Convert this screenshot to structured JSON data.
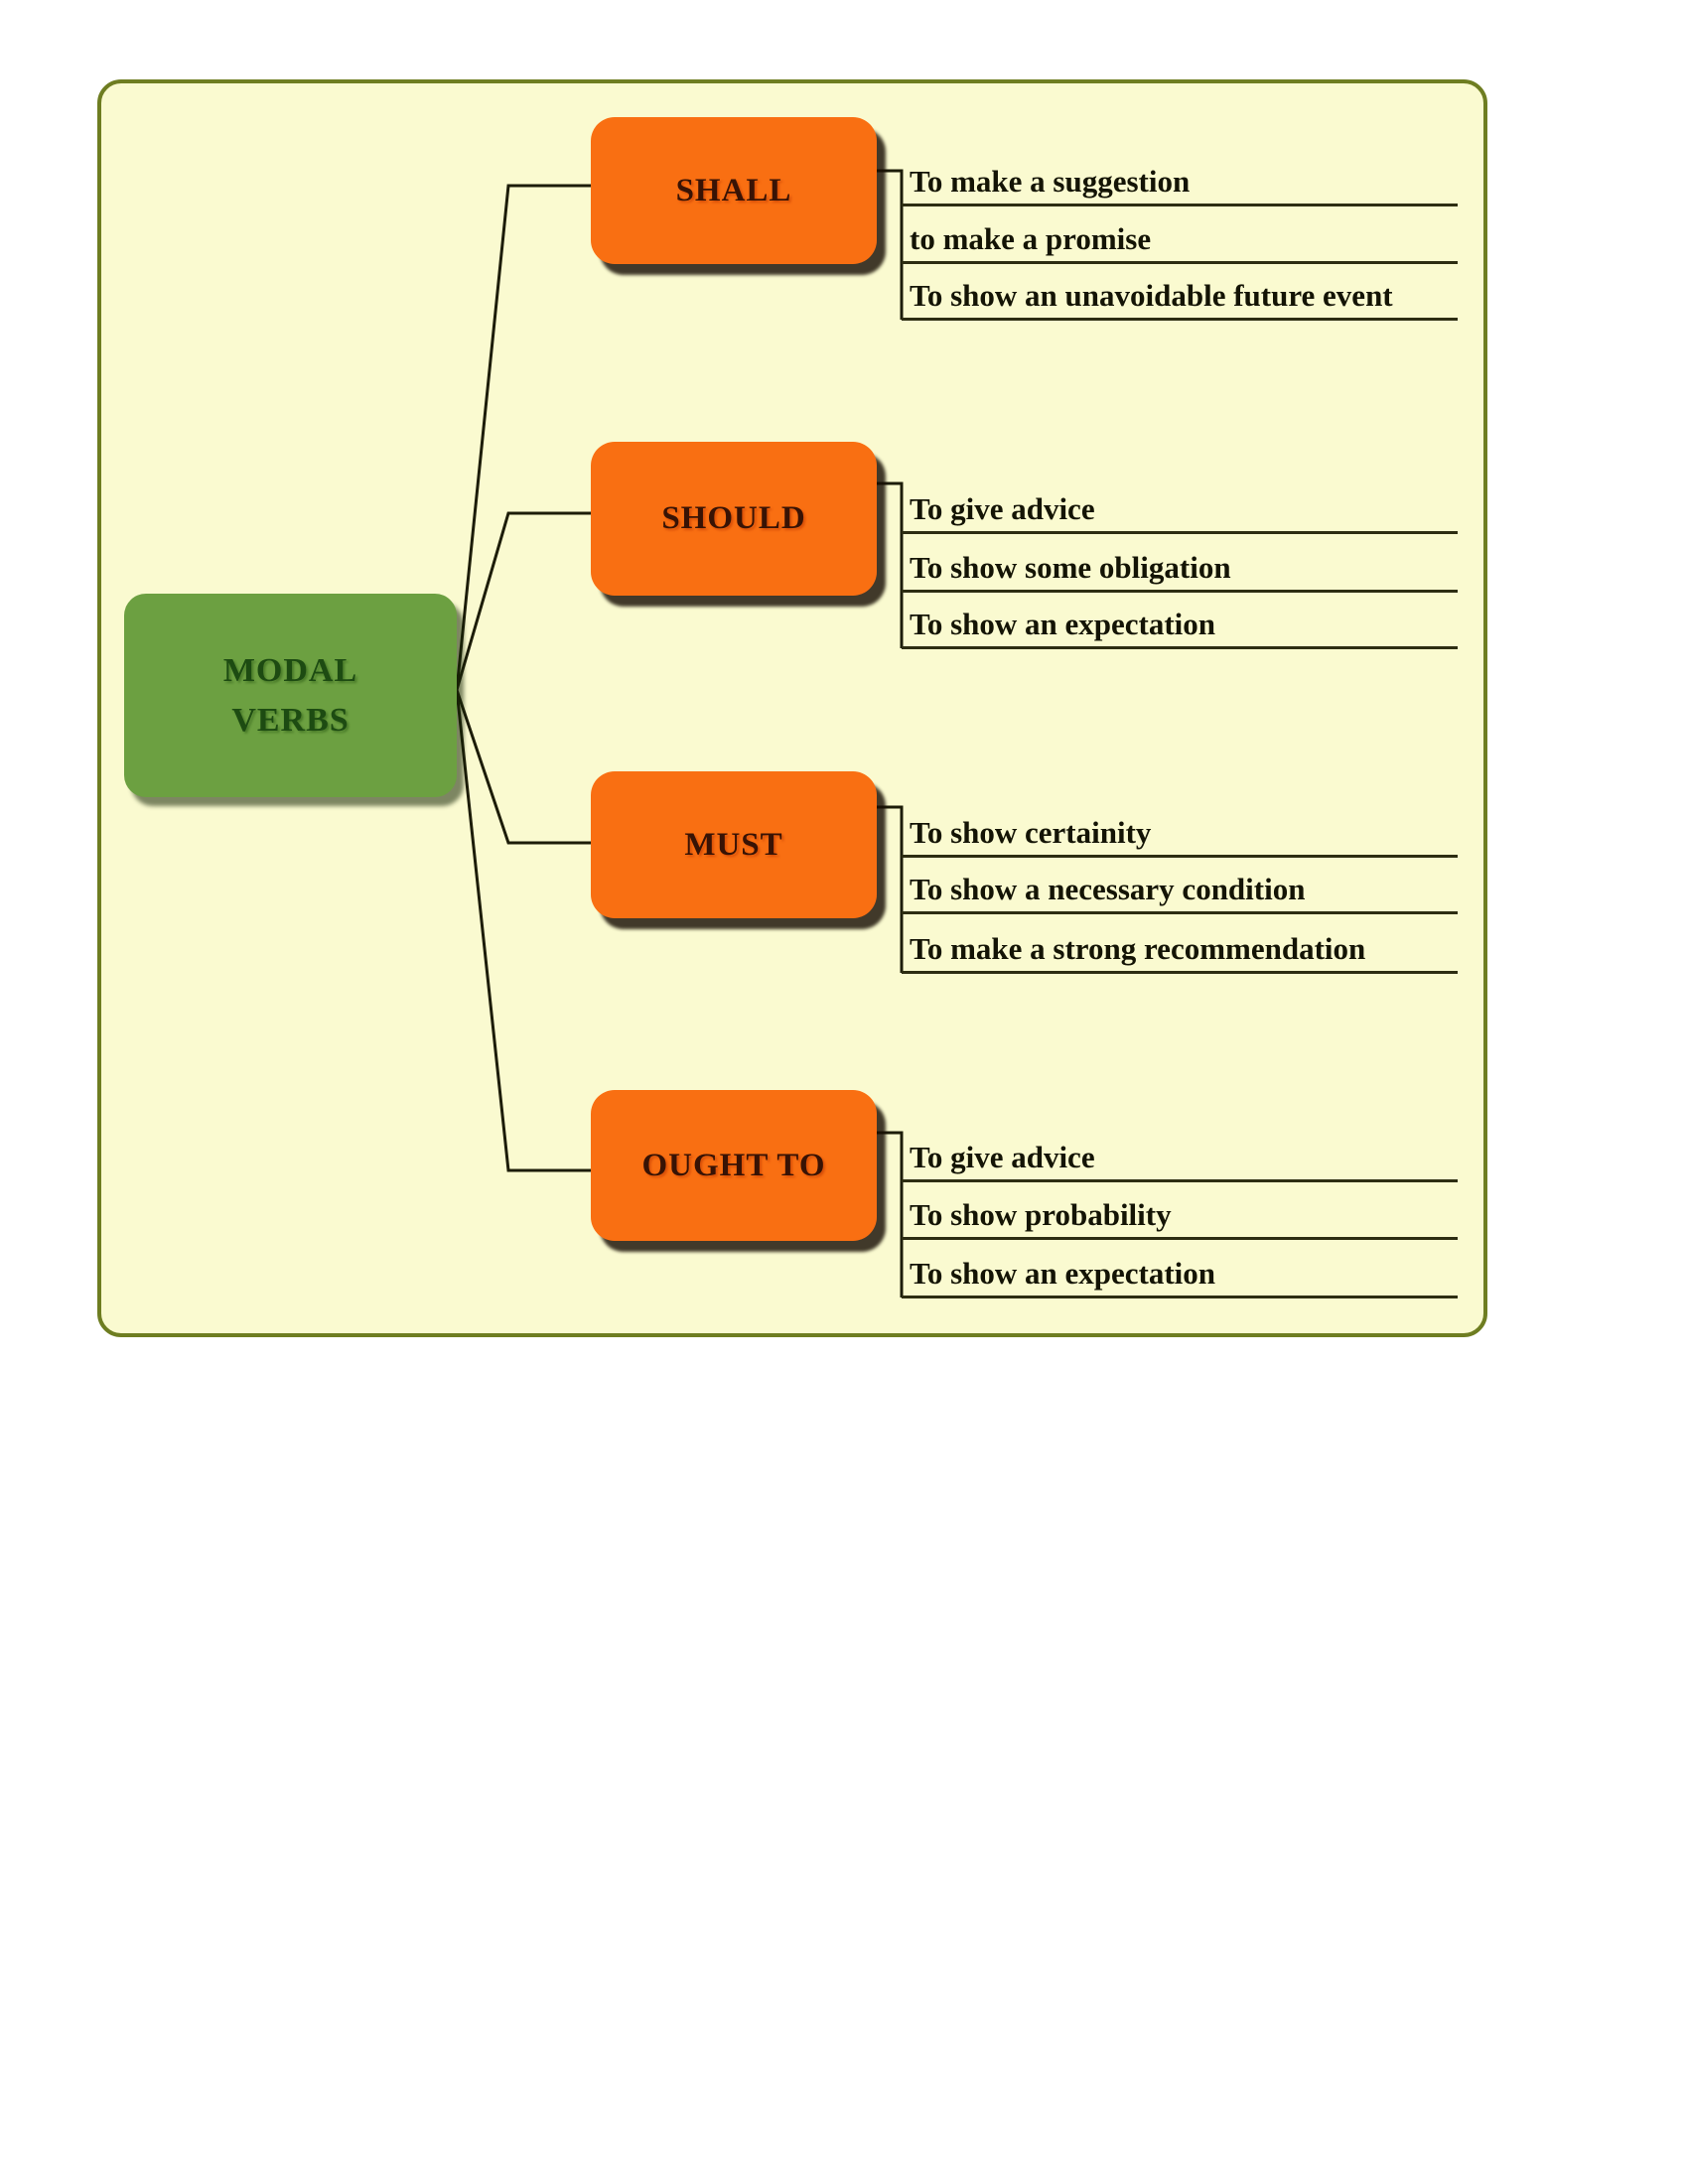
{
  "diagram": {
    "title": "Modal verbs mind map",
    "root": {
      "label": "MODAL VERBS"
    },
    "groups": [
      {
        "label": "SHALL",
        "uses": [
          "To make a suggestion",
          "to make a promise",
          "To show an unavoidable future event"
        ]
      },
      {
        "label": "SHOULD",
        "uses": [
          "To give advice",
          "To show some obligation",
          "To show an expectation"
        ]
      },
      {
        "label": "MUST",
        "uses": [
          "To show certainity",
          "To show a necessary condition",
          "To make a strong recommendation"
        ]
      },
      {
        "label": "OUGHT TO",
        "uses": [
          "To give advice",
          "To show probability",
          "To show an expectation"
        ]
      }
    ],
    "colors": {
      "page_background": "#FFFFFF",
      "panel_background": "#FAFAD0",
      "panel_border": "#6E7D21",
      "root_node_fill": "#6CA041",
      "root_node_text": "#1D4B12",
      "modal_node_fill": "#F96F12",
      "modal_node_text": "#381305",
      "connector_line": "#1C1C08",
      "use_text": "#141405"
    }
  }
}
